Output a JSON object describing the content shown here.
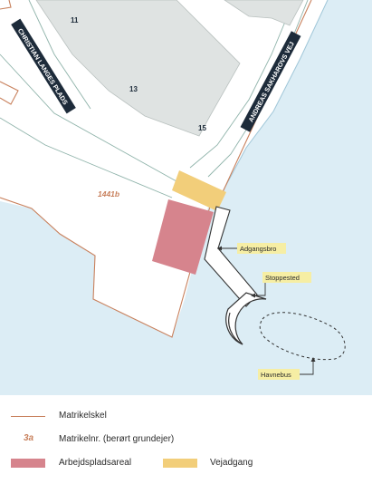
{
  "map": {
    "street_christian": "CHRISTIAN LANGES PLADS",
    "street_andreas": "ANDREAS SAKHAROVS VEJ",
    "building_numbers": [
      "11",
      "13",
      "15"
    ],
    "parcel_label": "1441b",
    "callouts": {
      "adgangsbro": "Adgangsbro",
      "stoppested": "Stoppested",
      "havnebus": "Havnebus"
    },
    "colors": {
      "water": "#dcedf5",
      "building": "#dfe3e2",
      "parcel_line": "#c8805c",
      "work_area": "#d6848d",
      "walkway": "#f2ce7a",
      "road_line": "#8fb3aa",
      "callout_bg": "#f6eea4"
    }
  },
  "legend": {
    "parcel_border": "Matrikelskel",
    "parcel_number_symbol": "3a",
    "parcel_number": "Matrikelnr. (berørt grundejer)",
    "work_area": "Arbejdspladsareal",
    "walkway": "Vejadgang"
  }
}
